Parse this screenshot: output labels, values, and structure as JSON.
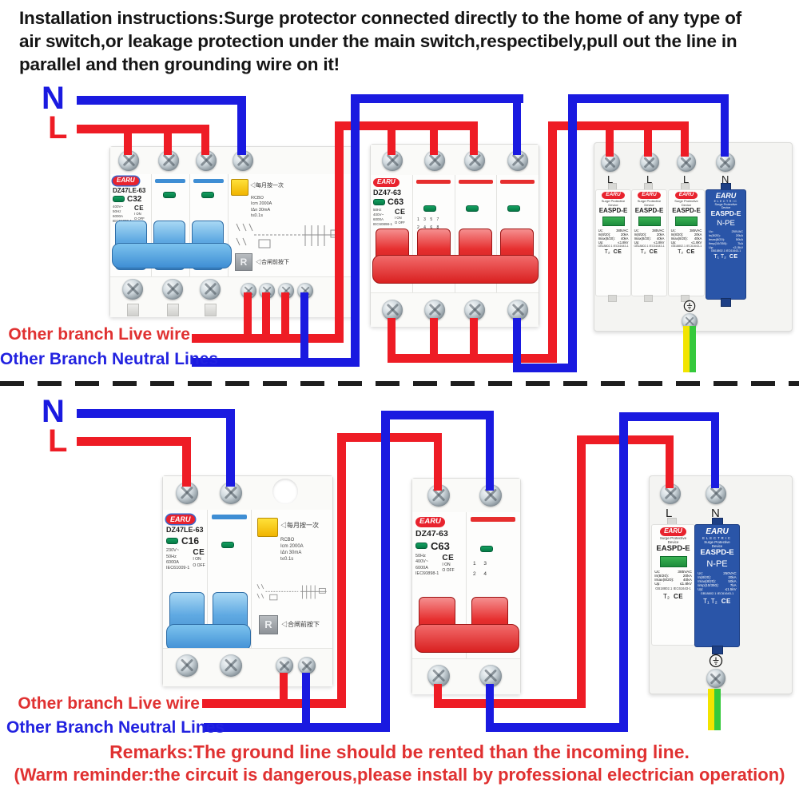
{
  "header": {
    "line1": "Installation instructions:Surge protector connected directly to the home of any type of",
    "line2": "air switch,or leakage protection under the main switch,respectibely,pull out the line in",
    "line3": "parallel and then grounding wire on it!"
  },
  "wire_letters": {
    "neutral": "N",
    "live": "L"
  },
  "branch": {
    "live": "Other branch Live wire",
    "neutral": "Other Branch Neutral Lines"
  },
  "remarks": {
    "line1": "Remarks:The ground line should be rented than the incoming line.",
    "line2": "(Warm reminder:the circuit is dangerous,please install by professional electrician operation)"
  },
  "colors": {
    "live": "#ee1c25",
    "neutral": "#1a1ae0",
    "label_red": "#e03131",
    "label_blue": "#2222e0",
    "ground_yellow": "#f2e400",
    "ground_green": "#35c93c"
  },
  "rcbo4": {
    "brand": "EARU",
    "model": "DZ47LE-63",
    "rating": "C32",
    "spec1": "400V~",
    "spec2": "50Hz",
    "spec3": "6000A",
    "spec4": "IEC61009-1",
    "ce": "CE",
    "on": "I ON",
    "off": "O OFF"
  },
  "mcb4": {
    "brand": "EARU",
    "model": "DZ47-63",
    "rating": "C63",
    "spec1": "50Hz",
    "spec2": "400V~",
    "spec3": "6000A",
    "spec4": "IEC60898-1",
    "ce": "CE",
    "on": "I ON",
    "off": "O OFF",
    "poles_top": "1 3 5 7",
    "poles_bottom": "2 4 6 8"
  },
  "rcbo2": {
    "brand": "EARU",
    "model": "DZ47LE-63",
    "rating": "C16",
    "spec1": "230V~",
    "spec2": "50Hz",
    "spec3": "6000A",
    "spec4": "IEC61009-1",
    "ce": "CE",
    "on": "I ON",
    "off": "O OFF"
  },
  "mcb2": {
    "brand": "EARU",
    "model": "DZ47-63",
    "rating": "C63",
    "spec1": "50Hz",
    "spec2": "400V~",
    "spec3": "6000A",
    "spec4": "IEC60898-1",
    "ce": "CE",
    "on": "I ON",
    "off": "O OFF",
    "poles_top": "1 3",
    "poles_bottom": "2 4"
  },
  "rcbo_module": {
    "test_hint": "◁每月按一次",
    "name": "RCBO",
    "icm": "Icm 2000A",
    "idn": "IΔn 30mA",
    "t": "t≤0.1s",
    "reset": "R",
    "close_hint": "◁合闸前按下"
  },
  "spd4": {
    "t1": "L",
    "t2": "L",
    "t3": "L",
    "t4": "N"
  },
  "spd2": {
    "t1": "L",
    "t2": "N"
  },
  "spd_white": {
    "brand": "EARU",
    "device": "Surge Protective Device",
    "model": "EASPD-E",
    "uc_l": "Uc:",
    "uc": "385VAC",
    "in_l": "In(8/20):",
    "in": "20kA",
    "imax_l": "Imax(8/20):",
    "imax": "40kA",
    "up_l": "Up:",
    "up": "≤1.8kV",
    "std": "GB18802.1 IEC61643-1",
    "cls": "T₂",
    "ce": "CE"
  },
  "spd_blue": {
    "brand": "EARU",
    "sub": "ELECTRIC",
    "device": "Surge Protective Device",
    "model": "EASPD-E",
    "type": "N-PE",
    "uc_l": "Uc:",
    "uc": "250VAC",
    "in_l": "In(8/20):",
    "in": "20kA",
    "imax_l": "Imax(8/20):",
    "imax": "50kA",
    "iimp_l": "Iimp(10/350):",
    "iimp": "7kA",
    "up_l": "Up:",
    "up": "≤1.5kV",
    "std": "GB18802.1 IEC61643-1",
    "cls": "T₁ T₂",
    "ce": "CE"
  }
}
